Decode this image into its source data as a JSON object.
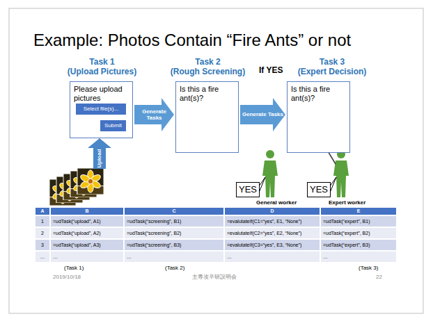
{
  "diagram": {
    "title": "Example: Photos Contain “Fire Ants” or not",
    "nodes": [
      {
        "text": [
          "Task 1",
          "(Upload Pictures)",
          "Please upload pictures"
        ]
      },
      {
        "text": [
          "Select file(s)..."
        ],
        "in": 0
      },
      {
        "text": [
          "Submit"
        ],
        "in": 0
      },
      {
        "text": [
          "Upload"
        ]
      },
      {
        "text": [
          "Task 2",
          "(Rough Screening)",
          "Is this a fire ant(s)?"
        ]
      },
      {
        "text": [
          "Task 3",
          "(Expert Decision)",
          "Is this a fire ant(s)?"
        ]
      },
      {
        "text": [
          "YES"
        ]
      },
      {
        "text": [
          "YES"
        ]
      }
    ],
    "edges": [
      {
        "from": 0,
        "to": 4,
        "label": "Generate Tasks",
        "arrow": "to"
      },
      {
        "from": 4,
        "to": 5,
        "label": "Generate Tasks",
        "arrow": "to"
      }
    ],
    "labels": [
      "If YES",
      "General worker",
      "Expert worker",
      "A",
      "B",
      "C",
      "D",
      "E",
      "1",
      "=udTask(“upload”, A1)",
      "=udTask(“screening”, B1)",
      "=evalutateIf(C1=“yes”, E1, “None”)",
      "=udTask(“expert”, B1)",
      "2",
      "=udTask(“upload”, A2)",
      "=udTask(“screening”, B2)",
      "=evalutateIf(C2=“yes”, E2, “None”)",
      "=udTask(“expert”, B2)",
      "3",
      "=udTask(“upload”, A3)",
      "=udTask(“screening”, B3)",
      "=evalutateIf(C3=“yes”, E3, “None”)",
      "=udTask(“expert”, B3)",
      "…",
      "…",
      "…",
      "…",
      "…",
      "(Task 1)",
      "(Task 2)",
      "(Task 3)",
      "2019/10/18",
      "主専攻卒研説明会",
      "22"
    ]
  }
}
